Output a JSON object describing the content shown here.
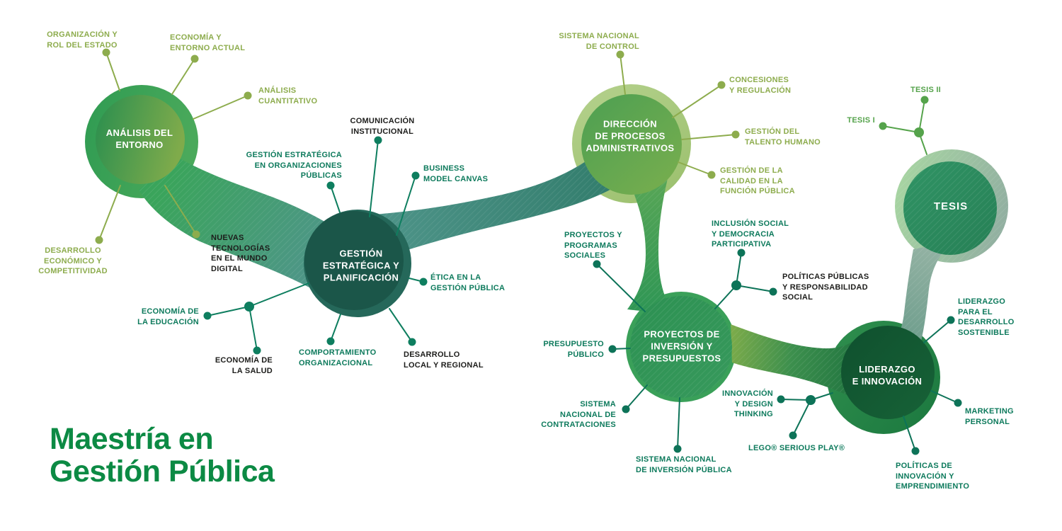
{
  "title": "Maestría en\nGestión Pública",
  "palette": {
    "olive": "#8dac4d",
    "teal": "#0d7a5c",
    "bright_green": "#55a34b",
    "black_label": "#1d1d1b",
    "title_green": "#0c8a44",
    "node_dark_teal": "#1b5649",
    "node_dark_green": "#10512e",
    "node_light_green": "#a8d6a2"
  },
  "nodes": [
    {
      "id": "analisis-del-entorno",
      "label": "ANÁLISIS DEL\nENTORNO"
    },
    {
      "id": "gestion-estrategica",
      "label": "GESTIÓN\nESTRATÉGICA Y\nPLANIFICACIÓN"
    },
    {
      "id": "direccion-procesos",
      "label": "DIRECCIÓN\nDE PROCESOS\nADMINISTRATIVOS"
    },
    {
      "id": "proyectos-inversion",
      "label": "PROYECTOS DE\nINVERSIÓN Y\nPRESUPUESTOS"
    },
    {
      "id": "liderazgo-innovacion",
      "label": "LIDERAZGO\nE INNOVACIÓN"
    },
    {
      "id": "tesis",
      "label": "TESIS"
    }
  ],
  "satellites": [
    {
      "id": "organizacion-rol-estado",
      "label": "ORGANIZACIÓN Y\nROL DEL ESTADO",
      "cluster": "analisis-del-entorno"
    },
    {
      "id": "economia-entorno-actual",
      "label": "ECONOMÍA Y\nENTORNO ACTUAL",
      "cluster": "analisis-del-entorno"
    },
    {
      "id": "analisis-cuantitativo",
      "label": "ANÁLISIS\nCUANTITATIVO",
      "cluster": "analisis-del-entorno"
    },
    {
      "id": "desarrollo-economico",
      "label": "DESARROLLO\nECONÓMICO Y\nCOMPETITIVIDAD",
      "cluster": "analisis-del-entorno"
    },
    {
      "id": "nuevas-tecnologias",
      "label": "NUEVAS\nTECNOLOGÍAS\nEN EL MUNDO\nDIGITAL",
      "cluster": "analisis-del-entorno"
    },
    {
      "id": "comunicacion-institucional",
      "label": "COMUNICACIÓN\nINSTITUCIONAL",
      "cluster": "gestion-estrategica"
    },
    {
      "id": "gestion-estrategica-org",
      "label": "GESTIÓN ESTRATÉGICA\nEN ORGANIZACIONES\nPÚBLICAS",
      "cluster": "gestion-estrategica"
    },
    {
      "id": "business-model-canvas",
      "label": "BUSINESS\nMODEL CANVAS",
      "cluster": "gestion-estrategica"
    },
    {
      "id": "etica-gestion-publica",
      "label": "ÉTICA EN LA\nGESTIÓN PÚBLICA",
      "cluster": "gestion-estrategica"
    },
    {
      "id": "economia-educacion",
      "label": "ECONOMÍA DE\nLA EDUCACIÓN",
      "cluster": "gestion-estrategica"
    },
    {
      "id": "economia-salud",
      "label": "ECONOMÍA DE\nLA SALUD",
      "cluster": "gestion-estrategica"
    },
    {
      "id": "comportamiento-organizacional",
      "label": "COMPORTAMIENTO\nORGANIZACIONAL",
      "cluster": "gestion-estrategica"
    },
    {
      "id": "desarrollo-local-regional",
      "label": "DESARROLLO\nLOCAL Y REGIONAL",
      "cluster": "gestion-estrategica"
    },
    {
      "id": "sistema-nacional-control",
      "label": "SISTEMA NACIONAL\nDE CONTROL",
      "cluster": "direccion-procesos"
    },
    {
      "id": "concesiones-regulacion",
      "label": "CONCESIONES\nY REGULACIÓN",
      "cluster": "direccion-procesos"
    },
    {
      "id": "gestion-talento-humano",
      "label": "GESTIÓN DEL\nTALENTO HUMANO",
      "cluster": "direccion-procesos"
    },
    {
      "id": "gestion-calidad-funcion",
      "label": "GESTIÓN DE LA\nCALIDAD EN LA\nFUNCIÓN PÚBLICA",
      "cluster": "direccion-procesos"
    },
    {
      "id": "proyectos-programas-sociales",
      "label": "PROYECTOS Y\nPROGRAMAS\nSOCIALES",
      "cluster": "proyectos-inversion"
    },
    {
      "id": "inclusion-social",
      "label": "INCLUSIÓN SOCIAL\nY DEMOCRACIA\nPARTICIPATIVA",
      "cluster": "proyectos-inversion"
    },
    {
      "id": "politicas-publicas-resp",
      "label": "POLÍTICAS PÚBLICAS\nY RESPONSABILIDAD\nSOCIAL",
      "cluster": "proyectos-inversion"
    },
    {
      "id": "presupuesto-publico",
      "label": "PRESUPUESTO\nPÚBLICO",
      "cluster": "proyectos-inversion"
    },
    {
      "id": "sistema-nacional-contrataciones",
      "label": "SISTEMA\nNACIONAL DE\nCONTRATACIONES",
      "cluster": "proyectos-inversion"
    },
    {
      "id": "sistema-nacional-inversion",
      "label": "SISTEMA NACIONAL\nDE INVERSIÓN PÚBLICA",
      "cluster": "proyectos-inversion"
    },
    {
      "id": "innovacion-design-thinking",
      "label": "INNOVACIÓN\nY DESIGN\nTHINKING",
      "cluster": "liderazgo-innovacion"
    },
    {
      "id": "lego-serious-play",
      "label": "LEGO® SERIOUS PLAY®",
      "cluster": "liderazgo-innovacion"
    },
    {
      "id": "liderazgo-desarrollo-sostenible",
      "label": "LIDERAZGO\nPARA EL\nDESARROLLO\nSOSTENIBLE",
      "cluster": "liderazgo-innovacion"
    },
    {
      "id": "marketing-personal",
      "label": "MARKETING\nPERSONAL",
      "cluster": "liderazgo-innovacion"
    },
    {
      "id": "politicas-innovacion",
      "label": "POLÍTICAS DE\nINNOVACIÓN Y\nEMPRENDIMIENTO",
      "cluster": "liderazgo-innovacion"
    },
    {
      "id": "tesis-ii",
      "label": "TESIS II",
      "cluster": "tesis"
    },
    {
      "id": "tesis-i",
      "label": "TESIS I",
      "cluster": "tesis"
    }
  ]
}
